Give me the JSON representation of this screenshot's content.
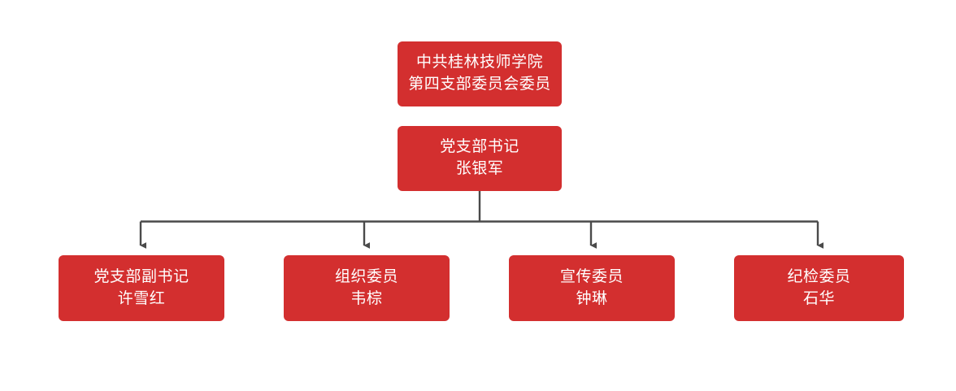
{
  "chart_data": {
    "type": "diagram",
    "diagram_kind": "organization-chart",
    "orientation": "top-down",
    "title": "",
    "colors": {
      "node_fill": "#d32f2f",
      "node_text": "#ffffff",
      "connector": "#4a4a4a",
      "background": "#ffffff"
    },
    "levels": [
      {
        "level": 0,
        "node_ids": [
          "root"
        ]
      },
      {
        "level": 1,
        "node_ids": [
          "secretary"
        ]
      },
      {
        "level": 2,
        "node_ids": [
          "deputy",
          "organization",
          "publicity",
          "discipline"
        ]
      }
    ],
    "edges": [
      {
        "from": "secretary",
        "to": "deputy",
        "style": "elbow",
        "arrow": true
      },
      {
        "from": "secretary",
        "to": "organization",
        "style": "elbow",
        "arrow": true
      },
      {
        "from": "secretary",
        "to": "publicity",
        "style": "elbow",
        "arrow": true
      },
      {
        "from": "secretary",
        "to": "discipline",
        "style": "elbow",
        "arrow": true
      }
    ]
  },
  "nodes": {
    "root": {
      "id": "root",
      "line1": "中共桂林技师学院",
      "line2": "第四支部委员会委员"
    },
    "secretary": {
      "id": "secretary",
      "title": "党支部书记",
      "name": "张银军"
    },
    "deputy": {
      "id": "deputy",
      "title": "党支部副书记",
      "name": "许雪红"
    },
    "organization": {
      "id": "organization",
      "title": "组织委员",
      "name": "韦棕"
    },
    "publicity": {
      "id": "publicity",
      "title": "宣传委员",
      "name": "钟琳"
    },
    "discipline": {
      "id": "discipline",
      "title": "纪检委员",
      "name": "石华"
    }
  }
}
